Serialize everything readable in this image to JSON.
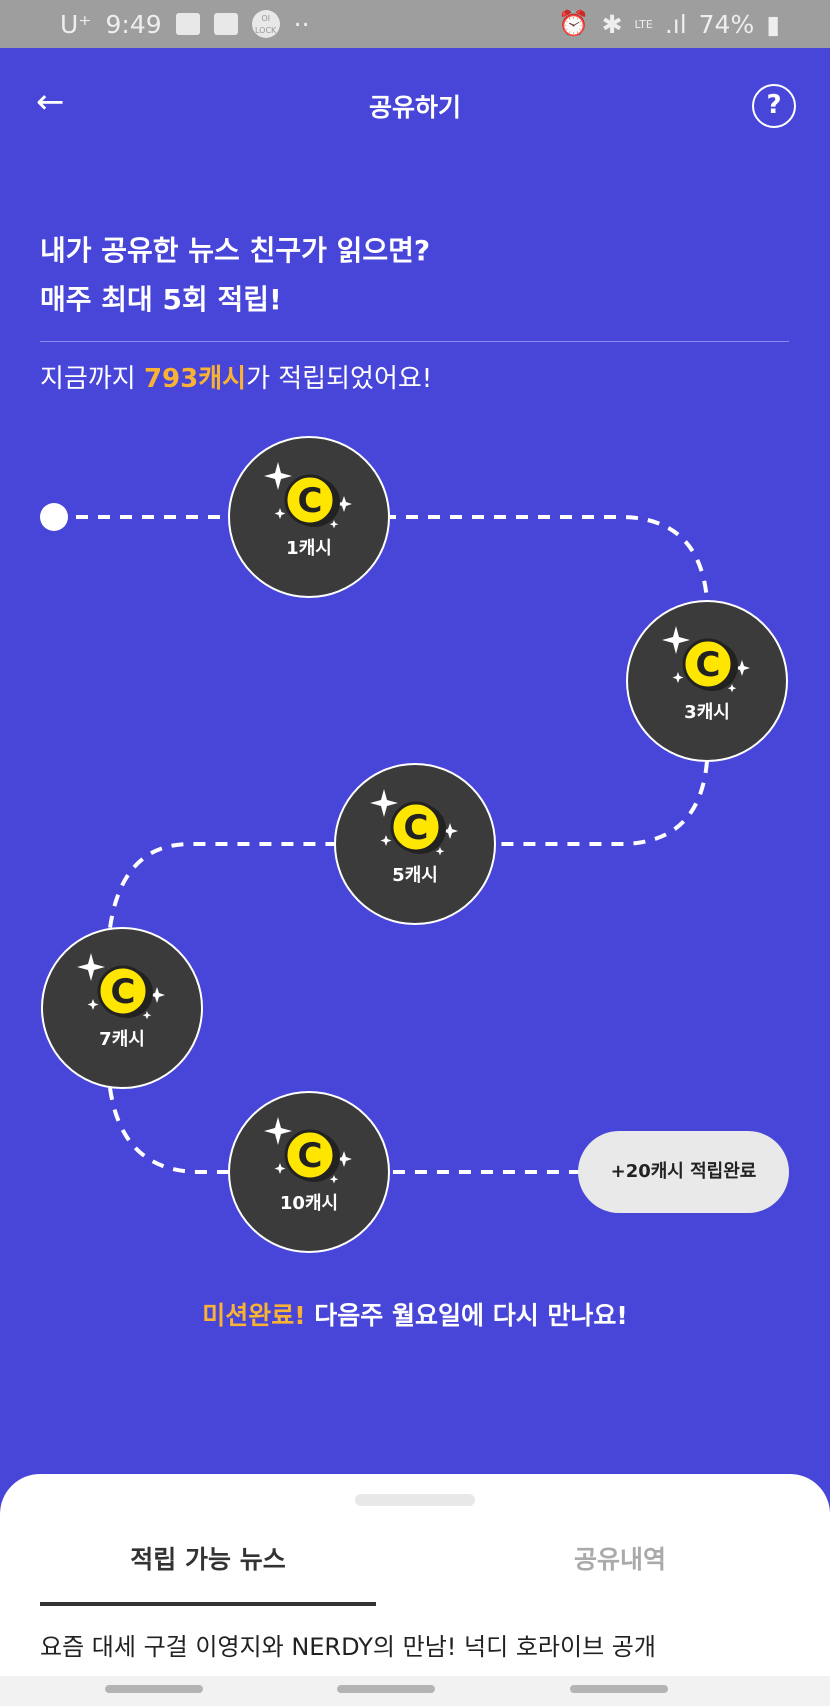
{
  "status": {
    "carrier": "U⁺",
    "time": "9:49",
    "lock_label": "OI LOCK",
    "battery": "74%",
    "network": "LTE"
  },
  "header": {
    "title": "공유하기",
    "back": "←",
    "help": "?"
  },
  "headline": {
    "line1": "내가 공유한 뉴스 친구가 읽으면?",
    "line2": "매주 최대 5회 적립!"
  },
  "summary": {
    "prefix": "지금까지 ",
    "amount": "793캐시",
    "suffix": "가 적립되었어요!"
  },
  "steps": [
    {
      "label": "1캐시"
    },
    {
      "label": "3캐시"
    },
    {
      "label": "5캐시"
    },
    {
      "label": "7캐시"
    },
    {
      "label": "10캐시"
    }
  ],
  "bonus": "+20캐시 적립완료",
  "mission": {
    "highlight": "미션완료!",
    "text": " 다음주 월요일에 다시 만나요!"
  },
  "tabs": [
    {
      "label": "적립 가능 뉴스"
    },
    {
      "label": "공유내역"
    }
  ],
  "news_item": "요즘 대세 구걸 이영지와 NERDY의 만남! 넉디 호라이브 공개",
  "colors": {
    "bg": "#4845d9",
    "accent": "#f9b233",
    "coin": "#ffe600"
  }
}
